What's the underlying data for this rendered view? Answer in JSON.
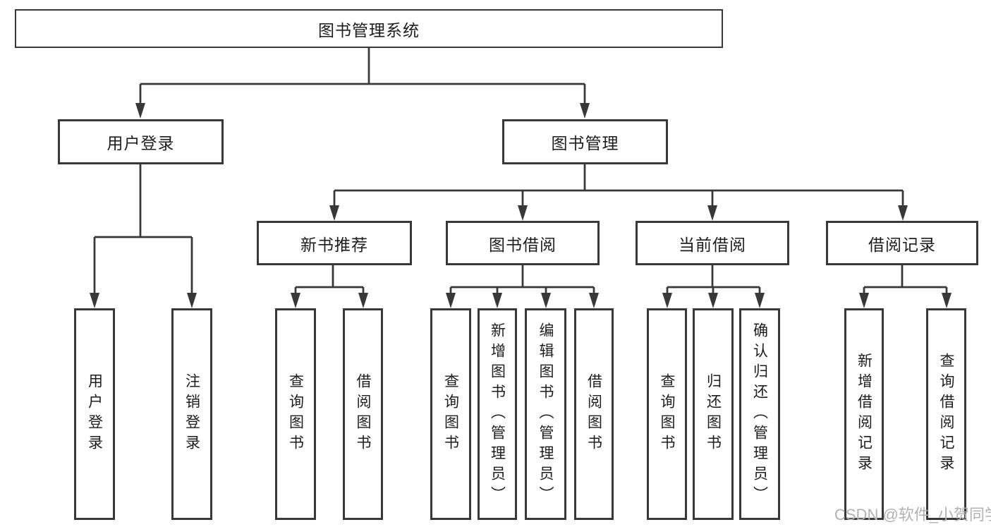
{
  "tree": {
    "label": "图书管理系统",
    "children": [
      {
        "label": "用户登录",
        "children": [
          {
            "label": "用户登录"
          },
          {
            "label": "注销登录"
          }
        ]
      },
      {
        "label": "图书管理",
        "children": [
          {
            "label": "新书推荐",
            "children": [
              {
                "label": "查询图书"
              },
              {
                "label": "借阅图书"
              }
            ]
          },
          {
            "label": "图书借阅",
            "children": [
              {
                "label": "查询图书"
              },
              {
                "label": "新增图书（管理员）"
              },
              {
                "label": "编辑图书（管理员）"
              },
              {
                "label": "借阅图书"
              }
            ]
          },
          {
            "label": "当前借阅",
            "children": [
              {
                "label": "查询图书"
              },
              {
                "label": "归还图书"
              },
              {
                "label": "确认归还（管理员）"
              }
            ]
          },
          {
            "label": "借阅记录",
            "children": [
              {
                "label": "新增借阅记录"
              },
              {
                "label": "查询借阅记录"
              }
            ]
          }
        ]
      }
    ]
  },
  "watermark": {
    "text": "CSDN @软件_小贺同学"
  },
  "colors": {
    "line": "#383838",
    "box_border": "#383838",
    "text": "#1d1d1d",
    "watermark": "#b2b2b2",
    "background": "#ffffff"
  }
}
